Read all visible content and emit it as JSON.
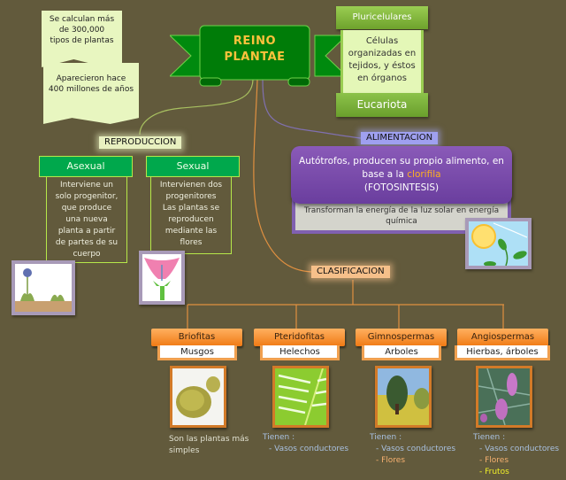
{
  "title": {
    "line1": "REINO",
    "line2": "PLANTAE"
  },
  "notes": {
    "species": [
      "Se calculan más",
      "de 300,000",
      "tipos de plantas"
    ],
    "age": [
      "Aparecieron hace",
      "400 millones de años"
    ]
  },
  "characteristics": {
    "header": "Pluricelulares",
    "body": [
      "Células",
      "organizadas en",
      "tejidos, y éstos",
      "en órganos"
    ],
    "footer": "Eucariota"
  },
  "reproduction": {
    "label": "REPRODUCCION",
    "asexual": {
      "title": "Asexual",
      "lines": [
        "Interviene un",
        "solo progenitor,",
        "que produce",
        "una nueva",
        "planta a partir",
        "de partes de su",
        "cuerpo"
      ],
      "image": "plants-sprouting-image"
    },
    "sexual": {
      "title": "Sexual",
      "lines": [
        "Intervienen dos",
        "progenitores",
        "Las  plantas se",
        "reproducen",
        "mediante las",
        "flores"
      ],
      "image": "flower-cross-section-image"
    }
  },
  "nutrition": {
    "label": "ALIMENTACION",
    "main_line1": "Autótrofos,  producen  su propio alimento, en",
    "main_line2_prefix": "base a la ",
    "main_highlight": "clorifila",
    "main_line3": "(FOTOSINTESIS)",
    "detail_line1": "Transforman la energía de la luz solar en energía",
    "detail_line2": "química",
    "image": "sun-and-plant-image"
  },
  "classification": {
    "label": "CLASIFICACION",
    "groups": [
      {
        "name": "Briofitas",
        "example": "Musgos",
        "image": "moss-image",
        "description": [
          "Son las plantas más",
          "simples"
        ],
        "features": []
      },
      {
        "name": "Pteridofitas",
        "example": "Helechos",
        "image": "fern-image",
        "heading": "Tienen :",
        "features": [
          "- Vasos conductores"
        ]
      },
      {
        "name": "Gimnospermas",
        "example": "Arboles",
        "image": "tree-image",
        "heading": "Tienen :",
        "features": [
          "- Vasos conductores",
          "- Flores"
        ]
      },
      {
        "name": "Angiospermas",
        "example": "Hierbas, árboles",
        "image": "pine-cone-image",
        "heading": "Tienen :",
        "features": [
          "- Vasos conductores",
          "- Flores",
          "- Frutos"
        ]
      }
    ]
  },
  "colors": {
    "background": "#625a3c",
    "banner_green": "#00800a",
    "title_gold": "#ffc23c",
    "reproduction_green": "#00a84c",
    "nutrition_purple": "#7a4aac",
    "classification_orange": "#f07a14",
    "highlight_orange": "#ffb020",
    "frutos_yellow": "#f0f028"
  }
}
